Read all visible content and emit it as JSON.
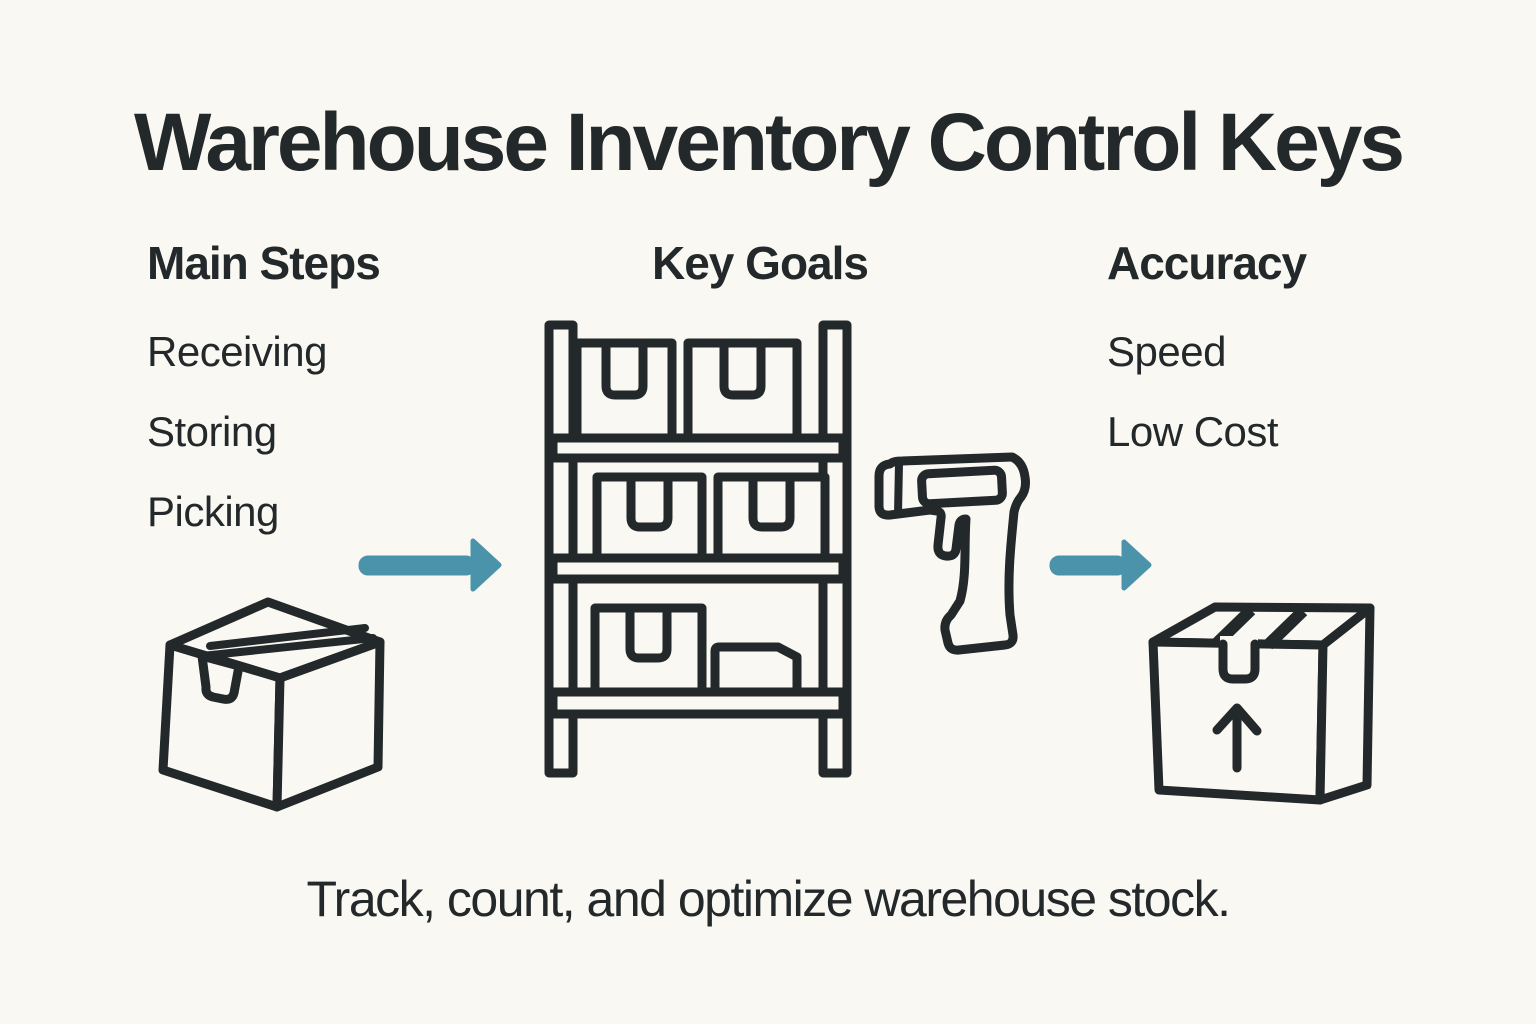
{
  "title": "Warehouse Inventory Control Keys",
  "caption": "Track, count, and optimize warehouse stock.",
  "columns": {
    "left": {
      "header": "Main Steps",
      "items": [
        "Receiving",
        "Storing",
        "Picking"
      ]
    },
    "middle": {
      "header": "Key Goals"
    },
    "right": {
      "header": "Accuracy",
      "items": [
        "Speed",
        "Low Cost"
      ]
    }
  },
  "icons": {
    "left_box": "cardboard-box-icon",
    "shelf": "warehouse-shelf-with-boxes-icon",
    "scanner": "barcode-scanner-icon",
    "right_box": "box-arrow-up-icon",
    "arrow1": "arrow-right-icon",
    "arrow2": "arrow-right-icon"
  },
  "colors": {
    "background": "#FAF8F2",
    "ink": "#23282B",
    "accent": "#4A93AA"
  }
}
